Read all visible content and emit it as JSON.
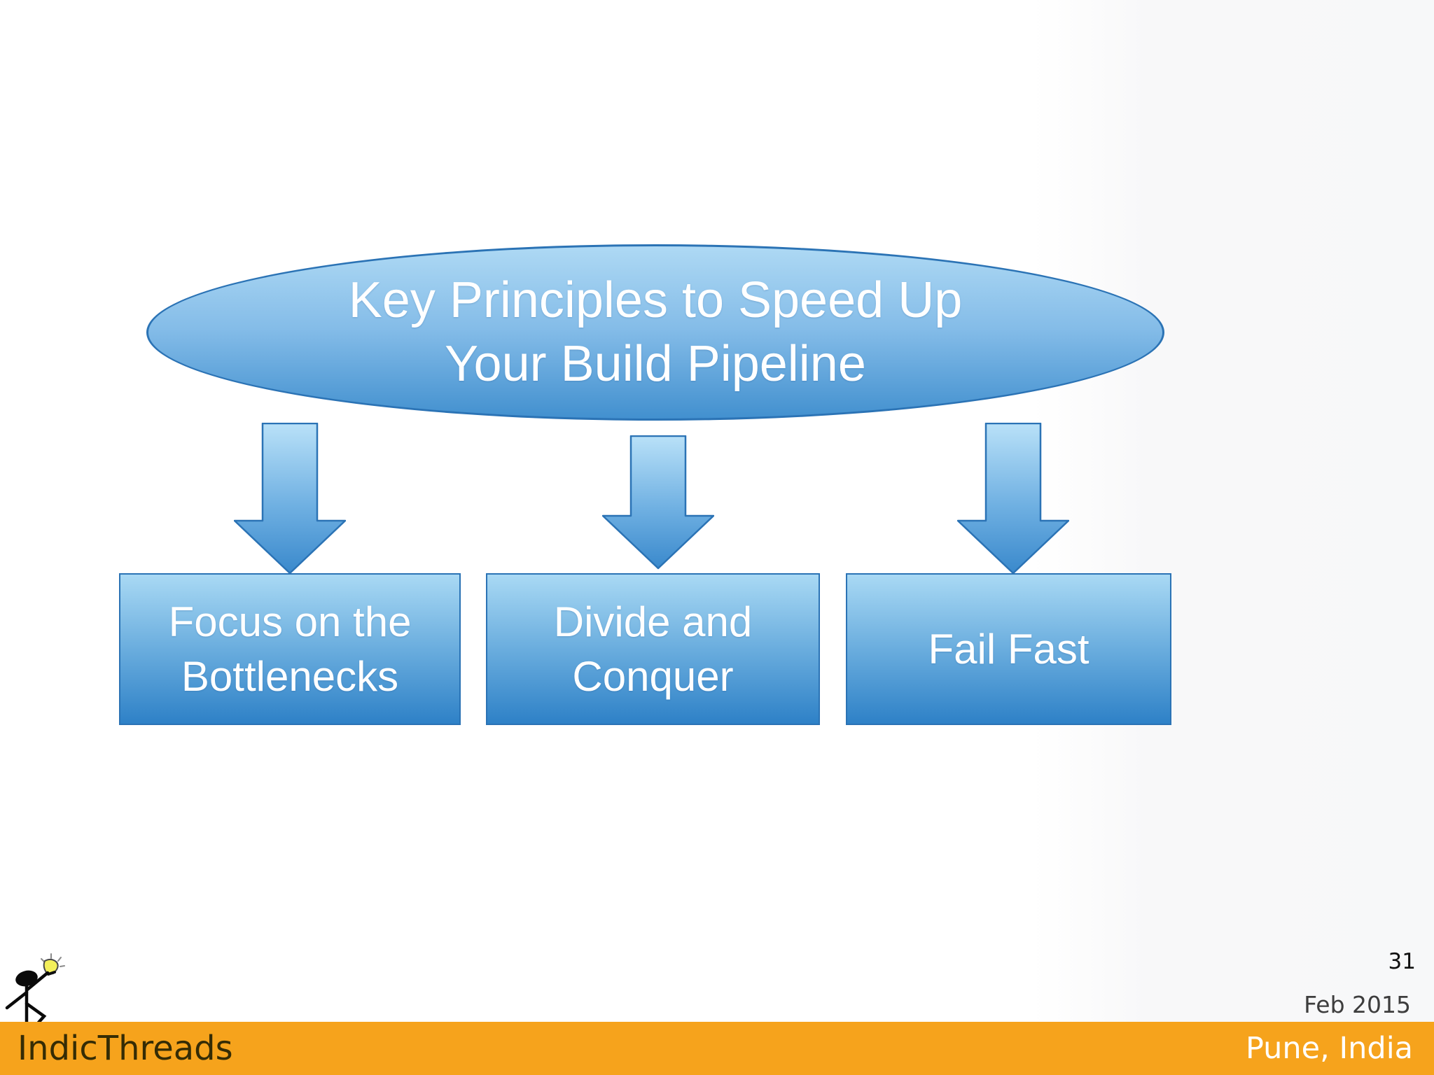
{
  "diagram": {
    "ellipse": {
      "line1": "Key Principles to Speed Up",
      "line2": "Your Build Pipeline"
    },
    "box1": {
      "line1": "Focus on the",
      "line2": "Bottlenecks"
    },
    "box2": {
      "line1": "Divide and",
      "line2": "Conquer"
    },
    "box3": {
      "line1": "Fail Fast"
    },
    "arrow_icon": "down-arrow-icon"
  },
  "footer": {
    "page_number": "31",
    "date": "Feb 2015",
    "brand": "IndicThreads",
    "location": "Pune, India",
    "logo_icon": "stick-figure-with-lightbulb-icon"
  },
  "colors": {
    "shape_border": "#2b73b5",
    "shape_grad_top": "#b3ddf6",
    "shape_grad_mid": "#6fb0e2",
    "shape_grad_bottom": "#3a89cc",
    "footer_bar": "#f6a31c",
    "shape_text": "#ffffff"
  }
}
